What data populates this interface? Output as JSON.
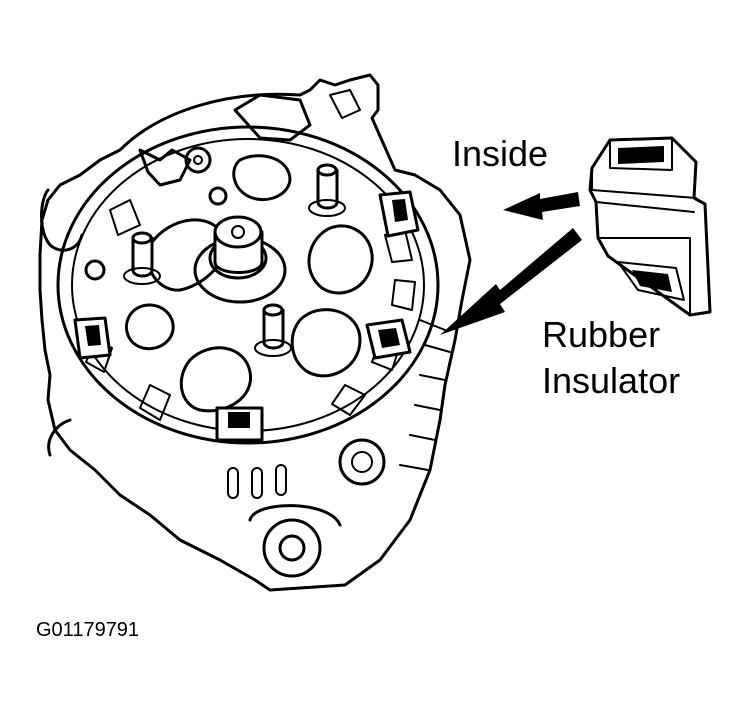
{
  "labels": {
    "inside": "Inside",
    "rubber_line1": "Rubber",
    "rubber_line2": "Insulator",
    "figure_id": "G01179791"
  },
  "colors": {
    "line": "#000000",
    "background": "#ffffff"
  }
}
